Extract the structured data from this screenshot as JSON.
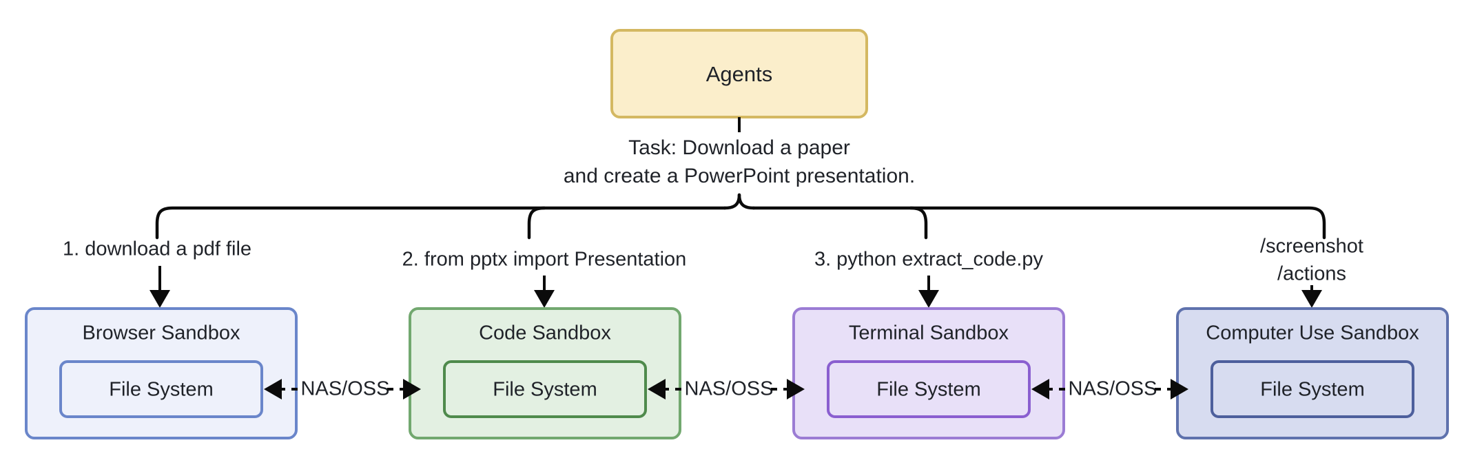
{
  "diagram": {
    "title_node": {
      "label": "Agents",
      "fill": "#fbeecb",
      "stroke": "#d4b862"
    },
    "task": {
      "line1": "Task: Download a paper",
      "line2": "and create a PowerPoint presentation."
    },
    "branch_labels": [
      {
        "id": "branch-1",
        "text": "1. download a pdf file"
      },
      {
        "id": "branch-2",
        "text": "2. from pptx import Presentation"
      },
      {
        "id": "branch-3",
        "text": "3. python extract_code.py"
      },
      {
        "id": "branch-4",
        "line1": "/screenshot",
        "line2": "/actions"
      }
    ],
    "sandboxes": [
      {
        "id": "browser-sandbox",
        "label": "Browser Sandbox",
        "inner_label": "File System",
        "fill": "#eef1fb",
        "stroke": "#6a86ca",
        "inner_fill": "#eef1fb",
        "inner_stroke": "#6a86ca"
      },
      {
        "id": "code-sandbox",
        "label": "Code Sandbox",
        "inner_label": "File System",
        "fill": "#e3f0e2",
        "stroke": "#72a86f",
        "inner_fill": "#e3f0e2",
        "inner_stroke": "#4f8a4c"
      },
      {
        "id": "terminal-sandbox",
        "label": "Terminal Sandbox",
        "inner_label": "File System",
        "fill": "#e8e0f8",
        "stroke": "#9b7cd4",
        "inner_fill": "#e8e0f8",
        "inner_stroke": "#8a5fd0"
      },
      {
        "id": "computer-use-sandbox",
        "label": "Computer Use Sandbox",
        "inner_label": "File System",
        "fill": "#d7dcf0",
        "stroke": "#5f72ad",
        "inner_fill": "#d7dcf0",
        "inner_stroke": "#4d5f9c"
      }
    ],
    "link_labels": [
      {
        "id": "link-1",
        "text": "NAS/OSS"
      },
      {
        "id": "link-2",
        "text": "NAS/OSS"
      },
      {
        "id": "link-3",
        "text": "NAS/OSS"
      }
    ]
  }
}
